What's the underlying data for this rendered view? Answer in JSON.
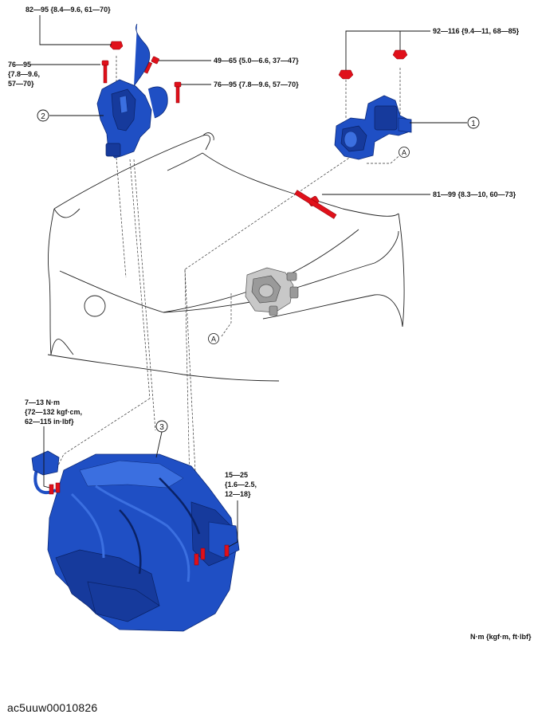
{
  "diagram": {
    "torques": {
      "t82": "82—95 {8.4—9.6, 61—70}",
      "t76a_l1": "76—95",
      "t76a_l2": "{7.8—9.6,",
      "t76a_l3": "57—70}",
      "t49": "49—65 {5.0—6.6, 37—47}",
      "t76b": "76—95 {7.8—9.6, 57—70}",
      "t92": "92—116 {9.4—11, 68—85}",
      "t81": "81—99 {8.3—10, 60—73}",
      "t7_l1": "7—13 N·m",
      "t7_l2": "{72—132 kgf·cm,",
      "t7_l3": "62—115 in·lbf}",
      "t15_l1": "15—25",
      "t15_l2": "{1.6—2.5,",
      "t15_l3": "12—18}"
    },
    "callouts": {
      "c1": "1",
      "c2": "2",
      "c3": "3"
    },
    "refs": {
      "a_upper": "A",
      "a_lower": "A"
    },
    "unit_note": "N·m {kgf·m, ft·lbf}",
    "colors": {
      "part_blue": "#1f4fc4",
      "bolt_red": "#e0101a",
      "mount_grey": "#c8c8c8"
    }
  },
  "document_id": "ac5uuw00010826"
}
